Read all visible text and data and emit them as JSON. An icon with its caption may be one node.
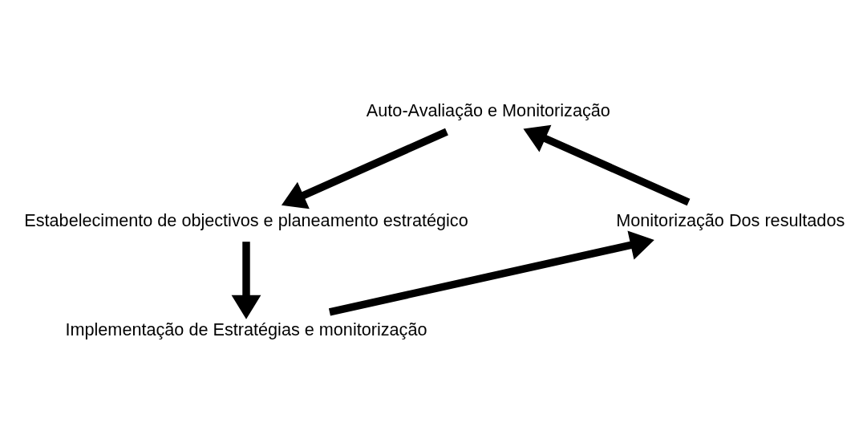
{
  "diagram": {
    "nodes": [
      {
        "text": [
          "Auto-Avaliação e Monitorização"
        ]
      },
      {
        "text": [
          "Estabelecimento de objectivos e planeamento estratégico"
        ]
      },
      {
        "text": [
          "Implementação de Estratégias e monitorização"
        ]
      },
      {
        "text": [
          "Monitorização Dos resultados"
        ]
      }
    ],
    "edges": [
      {
        "from": 0,
        "to": 1,
        "arrow": "to"
      },
      {
        "from": 1,
        "to": 2,
        "arrow": "to"
      },
      {
        "from": 2,
        "to": 3,
        "arrow": "to"
      },
      {
        "from": 3,
        "to": 0,
        "arrow": "to"
      }
    ]
  }
}
